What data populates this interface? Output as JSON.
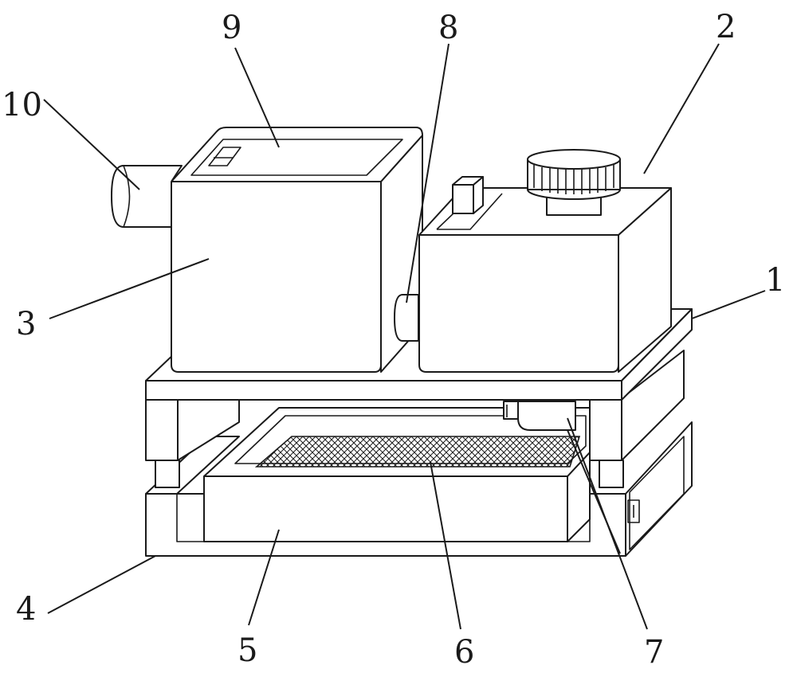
{
  "figure": {
    "labels": [
      {
        "id": "1",
        "text": "1"
      },
      {
        "id": "2",
        "text": "2"
      },
      {
        "id": "3",
        "text": "3"
      },
      {
        "id": "4",
        "text": "4"
      },
      {
        "id": "5",
        "text": "5"
      },
      {
        "id": "6",
        "text": "6"
      },
      {
        "id": "7",
        "text": "7"
      },
      {
        "id": "8",
        "text": "8"
      },
      {
        "id": "9",
        "text": "9"
      },
      {
        "id": "10",
        "text": "10"
      }
    ]
  }
}
